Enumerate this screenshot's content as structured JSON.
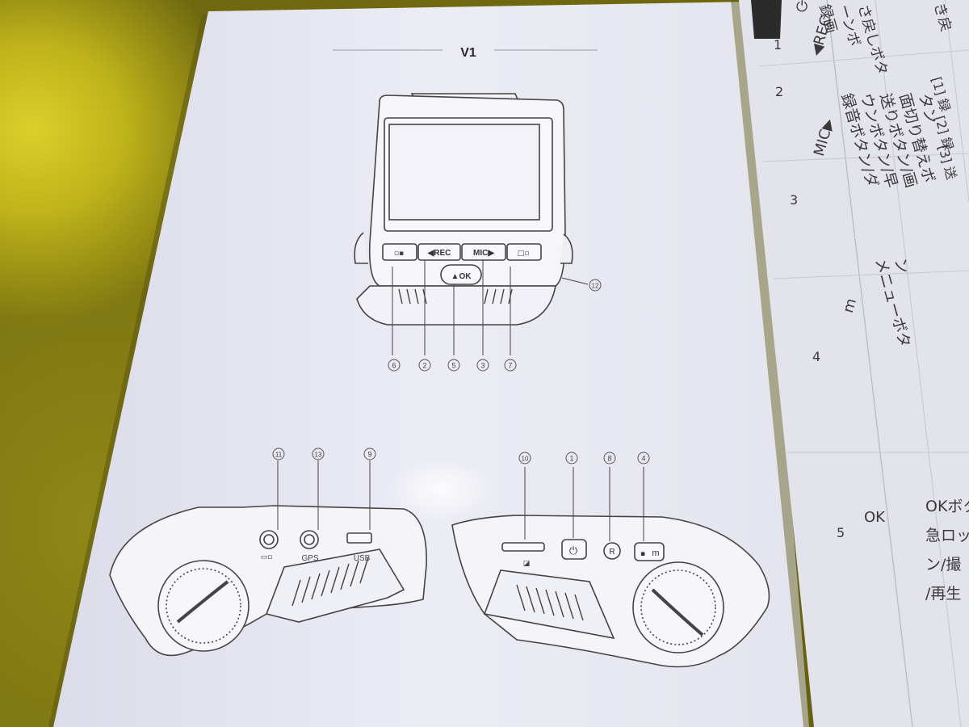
{
  "left_page": {
    "heading": "V1",
    "front_view": {
      "button_labels": {
        "rec": "◀REC",
        "mic": "MIC▶",
        "ok": "▲OK"
      },
      "callouts": [
        "6",
        "2",
        "5",
        "3",
        "7",
        "12"
      ]
    },
    "side_view": {
      "port_labels": {
        "gps": "GPS",
        "usb": "USB"
      },
      "button_labels": {
        "menu": "m"
      },
      "callouts_left": [
        "11",
        "13",
        "9"
      ],
      "callouts_right": [
        "10",
        "1",
        "8",
        "4"
      ]
    }
  },
  "right_page": {
    "header_tab": "",
    "top_fragment_1": "録画",
    "top_fragment_2": "ーンボ",
    "top_fragment_3": "さ戻しボタ",
    "top_fragment_4": "き戻",
    "rows": [
      {
        "number": "1",
        "symbol": "◀REC",
        "ref": ""
      },
      {
        "number": "2",
        "symbol": "",
        "ref": "[1] 録"
      },
      {
        "number": "3",
        "symbol": "MIC▶",
        "name_lines": [
          "録音ボタン/ダ",
          "ウンボタン/早",
          "送りボタン/画",
          "面切り替えボ",
          "タン"
        ],
        "ref": "[2] 録",
        "ref2": "[3] 送"
      },
      {
        "number": "4",
        "symbol": "m",
        "name_lines": [
          "メニューボタ",
          "ン"
        ]
      },
      {
        "number": "5",
        "symbol": "OK",
        "name_lines": [
          "OKボタ",
          "急ロッ",
          "ン/撮",
          "/再生"
        ]
      }
    ]
  },
  "colors": {
    "table": "#8a8214",
    "paper": "#e9e9f3",
    "line_art": "#4a4a4a",
    "dark_tab": "#2b2b2b"
  }
}
